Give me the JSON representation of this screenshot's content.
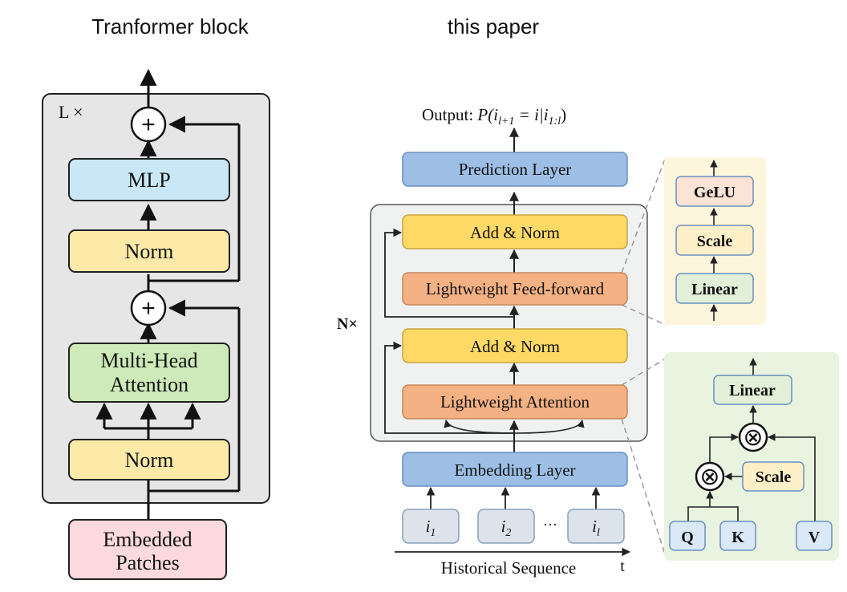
{
  "left": {
    "heading": "Tranformer block",
    "repeat": "L ×",
    "plus": "+",
    "mlp": "MLP",
    "norm_top": "Norm",
    "mha_line1": "Multi-Head",
    "mha_line2": "Attention",
    "norm_bottom": "Norm",
    "patches_line1": "Embedded",
    "patches_line2": "Patches"
  },
  "right": {
    "heading": "this paper",
    "output_prefix": "Output: ",
    "output_P": "P",
    "output_formula_open": "(i",
    "output_sub1": "l+1",
    "output_formula_mid": " = i|i",
    "output_sub2": "1:l",
    "output_formula_close": ")",
    "prediction": "Prediction Layer",
    "repeat": "N×",
    "add_norm_top": "Add & Norm",
    "ffn": "Lightweight Feed-forward",
    "add_norm_bottom": "Add & Norm",
    "attention": "Lightweight Attention",
    "embedding": "Embedding Layer",
    "item_var": "i",
    "item_subs": [
      "1",
      "2",
      "l"
    ],
    "ellipsis": "···",
    "seq_label": "Historical Sequence",
    "t_label": "t"
  },
  "ffn_detail": {
    "gelu": "GeLU",
    "scale": "Scale",
    "linear": "Linear"
  },
  "attn_detail": {
    "linear": "Linear",
    "scale": "Scale",
    "q": "Q",
    "k": "K",
    "v": "V",
    "times": "⊗"
  },
  "colors": {
    "gray_panel": "#e6e6e6",
    "mlp_blue": "#c9e7f7",
    "norm_yellow": "#fdeaa8",
    "mha_green": "#cdeab8",
    "patch_pink": "#fcd9dc",
    "layer_blue": "#9dbfe6",
    "add_norm_yellow": "#ffd966",
    "light_orange": "#f4b183",
    "ffn_panel": "#fdf5dc",
    "attn_panel": "#e8f3e0",
    "gelu_fill": "#fbe3d6",
    "scale_fill": "#fdf0c8",
    "linear_fill": "#e2f0d9",
    "qkv_fill": "#dae8f7"
  }
}
